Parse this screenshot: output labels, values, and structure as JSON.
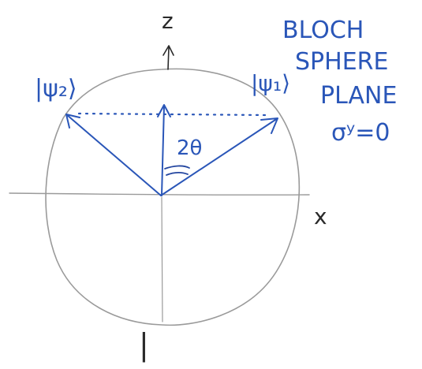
{
  "labels": {
    "z_axis": "z",
    "x_axis": "x",
    "state_left": "|ψ₂⟩",
    "state_right": "|ψ₁⟩",
    "angle": "2θ",
    "bottom_mark": "|"
  },
  "title_lines": [
    "BLOCH",
    "SPHERE",
    "PLANE",
    "σʸ=0"
  ],
  "colors": {
    "pencil": "#9a9a9a",
    "ink": "#2a56b8",
    "ink_dark": "#2446a0"
  }
}
